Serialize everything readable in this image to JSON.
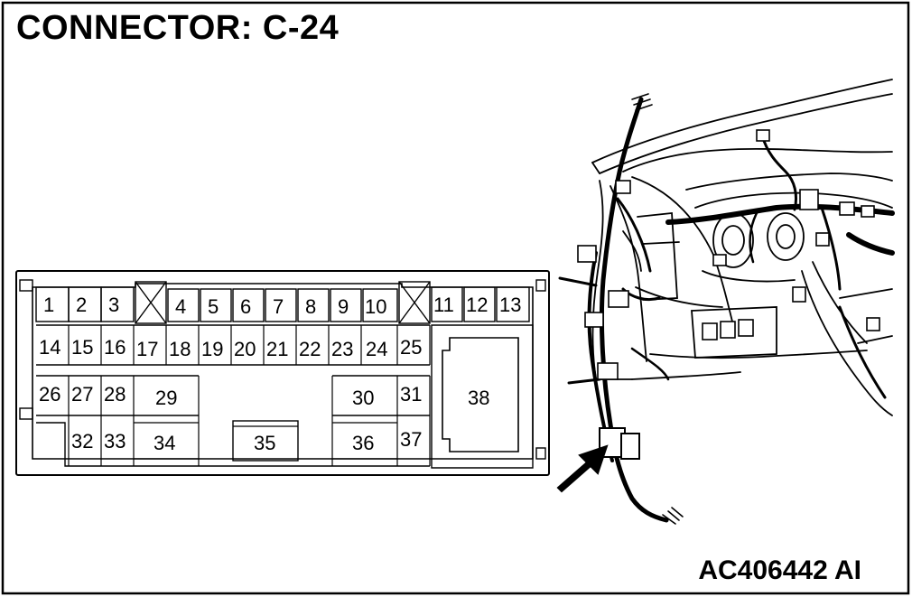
{
  "title": "CONNECTOR: C-24",
  "figure_code": "AC406442 AI",
  "connector": {
    "pins": [
      "1",
      "2",
      "3",
      "4",
      "5",
      "6",
      "7",
      "8",
      "9",
      "10",
      "11",
      "12",
      "13",
      "14",
      "15",
      "16",
      "17",
      "18",
      "19",
      "20",
      "21",
      "22",
      "23",
      "24",
      "25",
      "26",
      "27",
      "28",
      "29",
      "30",
      "31",
      "32",
      "33",
      "34",
      "35",
      "36",
      "37",
      "38"
    ]
  }
}
